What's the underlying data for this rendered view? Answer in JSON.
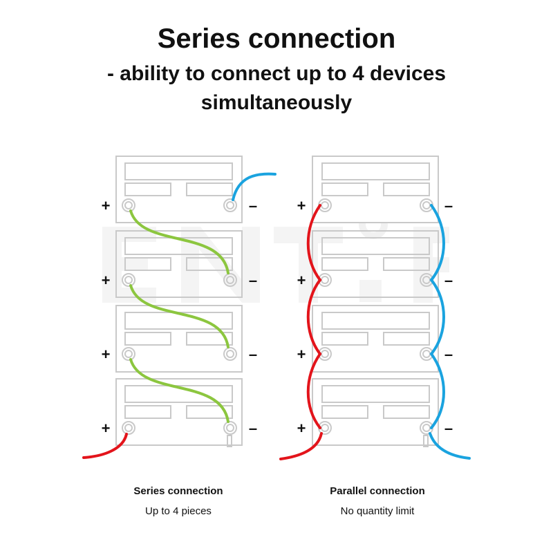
{
  "header": {
    "title": "Series connection",
    "subtitle_line1": "- ability to connect up to 4 devices",
    "subtitle_line2": "simultaneously"
  },
  "terminals": {
    "plus": "+",
    "minus": "–"
  },
  "diagrams": [
    {
      "id": "series",
      "caption_title": "Series connection",
      "caption_sub": "Up to 4 pieces",
      "batteries": 4
    },
    {
      "id": "parallel",
      "caption_title": "Parallel connection",
      "caption_sub": "No quantity limit",
      "batteries": 4
    }
  ],
  "colors": {
    "positive_wire": "#e3141b",
    "negative_wire": "#1aa3df",
    "series_link": "#8cc63f",
    "battery_outline": "#c9c9c9"
  }
}
